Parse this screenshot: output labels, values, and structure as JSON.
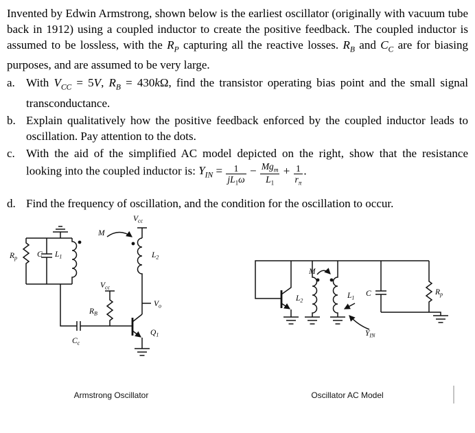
{
  "document": {
    "intro_html": "Invented by Edwin Armstrong, shown below is the earliest oscillator (originally with vacuum tube back in 1912) using a coupled inductor to create the positive feedback. The coupled inductor is assumed to be lossless, with the <i>R<sub>P</sub></i> capturing all the reactive losses. <i>R<sub>B</sub></i> and <i>C<sub>C</sub></i> are for biasing purposes, and are assumed to be very large.",
    "items": [
      {
        "label": "a.",
        "html": "With <i>V<sub>CC</sub></i> = 5<i>V</i>, <i>R<sub>B</sub></i> = 430<i>k</i>&#937;, find the transistor operating bias point and the small signal transconductance."
      },
      {
        "label": "b.",
        "html": "Explain qualitatively how the positive feedback enforced by the coupled inductor leads to oscillation. Pay attention to the dots."
      },
      {
        "label": "c.",
        "html": "With the aid of the simplified AC model depicted on the right, show that the resistance looking into the coupled inductor is: <i>Y<sub>IN</sub></i> = <span class=\"frac\"><span class=\"fn\">1</span><span class=\"fd\"><i>jL</i><sub>1</sub><i>&#969;</i></span></span> &#8722; <span class=\"frac\"><span class=\"fn\"><i>Mg<sub>m</sub></i></span><span class=\"fd\"><i>L</i><sub>1</sub></span></span> + <span class=\"frac\"><span class=\"fn\">1</span><span class=\"fd\"><i>r<sub>&#960;</sub></i></span></span>."
      },
      {
        "label": "d.",
        "html": "Find the frequency of oscillation, and the condition for the oscillation to occur."
      }
    ],
    "captions": {
      "left": "Armstrong Oscillator",
      "right": "Oscillator AC Model"
    }
  },
  "schematic": {
    "left": {
      "rp": [
        "R",
        "p"
      ],
      "c": "C",
      "l1": [
        "L",
        "1"
      ],
      "m": "M",
      "vcc_top": [
        "V",
        "cc"
      ],
      "l2": [
        "L",
        "2"
      ],
      "vo": [
        "V",
        "o"
      ],
      "rb": [
        "R",
        "B"
      ],
      "vcc_rb": [
        "V",
        "cc"
      ],
      "q1": [
        "Q",
        "1"
      ],
      "cc": [
        "C",
        "c"
      ]
    },
    "right": {
      "l2": [
        "L",
        "2"
      ],
      "m": "M",
      "l1": [
        "L",
        "1"
      ],
      "c": "C",
      "rp": [
        "R",
        "p"
      ],
      "yin": [
        "Y",
        "IN"
      ]
    }
  }
}
